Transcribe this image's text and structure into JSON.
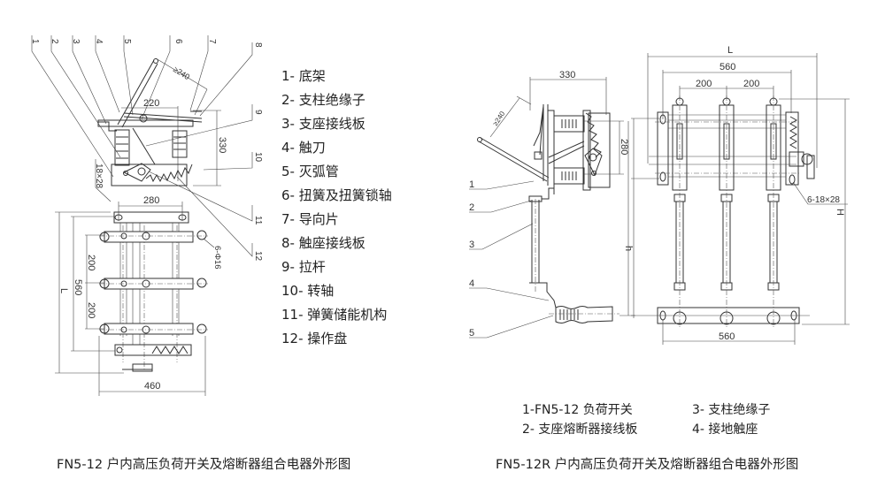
{
  "left_drawing": {
    "caption": "FN5-12 户内高压负荷开关及熔断器组合电器外形图",
    "callout_numbers": [
      "1",
      "2",
      "3",
      "4",
      "5",
      "6",
      "7",
      "8",
      "9",
      "10",
      "11",
      "12"
    ],
    "dimensions": {
      "angle_min": "≥240",
      "top_width": "220",
      "height": "330",
      "slot": "18×28",
      "base_width": "280",
      "phase_spacing_1": "200",
      "phase_spacing_2": "200",
      "total_span": "560",
      "overall": "L",
      "holes": "6-Φ16",
      "bottom_width": "460"
    },
    "legend": [
      "1- 底架",
      "2- 支柱绝缘子",
      "3- 支座接线板",
      "4- 触刀",
      "5- 灭弧管",
      "6- 扭簧及扭簧锁轴",
      "7- 导向片",
      "8- 触座接线板",
      "9- 拉杆",
      "10- 转轴",
      "11- 弹簧储能机构",
      "12- 操作盘"
    ]
  },
  "right_drawing": {
    "caption": "FN5-12R 户内高压负荷开关及熔断器组合电器外形图",
    "callout_numbers": [
      "1",
      "2",
      "3",
      "4",
      "5"
    ],
    "dimensions": {
      "side_width": "330",
      "angle_min": "≥240",
      "side_height": "280",
      "height_h": "h",
      "overall_L": "L",
      "span_top": "560",
      "spacing_1": "200",
      "spacing_2": "200",
      "holes": "6-18×28",
      "overall_H": "H",
      "span_bottom": "560"
    },
    "legend": [
      "1-FN5-12 负荷开关",
      "3- 支柱绝缘子",
      "2- 支座熔断器接线板",
      "4- 接地触座"
    ]
  }
}
